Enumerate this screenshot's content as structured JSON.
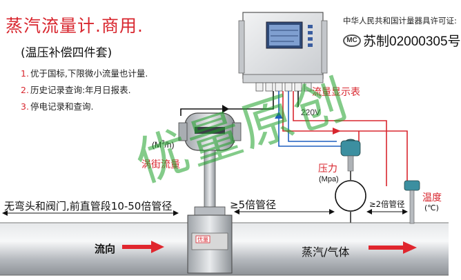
{
  "title": "蒸汽流量计.商用.",
  "subtitle": "(温压补偿四件套)",
  "features": [
    {
      "num": "1.",
      "text": "优于国标,下限微小流量也计量."
    },
    {
      "num": "2.",
      "text": "历史记录查询:年月日报表."
    },
    {
      "num": "3.",
      "text": "停电记录和查询."
    }
  ],
  "certification": {
    "line1": "中华人民共和国计量器具许可证:",
    "mark": "MC",
    "line2": "苏制02000305号"
  },
  "labels": {
    "display": "流量显示表",
    "power": "220V",
    "flow_unit_base": "(M",
    "flow_unit_sup": "3",
    "flow_unit_tail": "/h)",
    "vortex": "涡街流量",
    "pressure": "压力",
    "pressure_unit": "(Mpa)",
    "temperature": "温度",
    "temperature_unit": "(℃)",
    "upstream": "无弯头和阀门,前直管段10-50倍管径",
    "downstream_5x": "≥5倍管径",
    "downstream_2x": "≥2倍管径",
    "flow_direction": "流向",
    "medium": "蒸汽/气体",
    "meter_badge": "优量"
  },
  "watermark": "优量原创",
  "colors": {
    "accent_red": "#d8262e",
    "wire_blue": "#1f5fbf",
    "pipe_gray": "#b9bdc2",
    "watermark_green": "#2aa02f"
  }
}
